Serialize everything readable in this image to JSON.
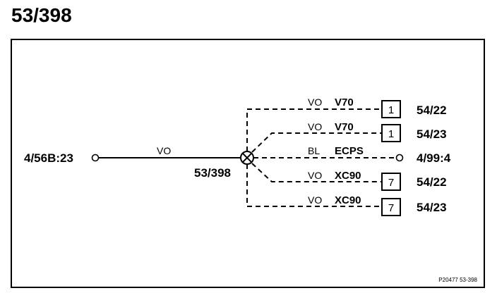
{
  "title": "53/398",
  "splice": {
    "label": "53/398"
  },
  "source": {
    "label": "4/56B:23",
    "wire_color": "VO"
  },
  "branches": [
    {
      "wire_color": "VO",
      "model": "V70",
      "pin": "1",
      "dest": "54/22",
      "dashed": true,
      "terminal": "connector"
    },
    {
      "wire_color": "VO",
      "model": "V70",
      "pin": "1",
      "dest": "54/23",
      "dashed": true,
      "terminal": "connector"
    },
    {
      "wire_color": "BL",
      "model": "ECPS",
      "pin": "",
      "dest": "4/99:4",
      "dashed": true,
      "terminal": "open-circle"
    },
    {
      "wire_color": "VO",
      "model": "XC90",
      "pin": "7",
      "dest": "54/22",
      "dashed": true,
      "terminal": "connector"
    },
    {
      "wire_color": "VO",
      "model": "XC90",
      "pin": "7",
      "dest": "54/23",
      "dashed": true,
      "terminal": "connector"
    }
  ],
  "reference": "P20477 53-398"
}
